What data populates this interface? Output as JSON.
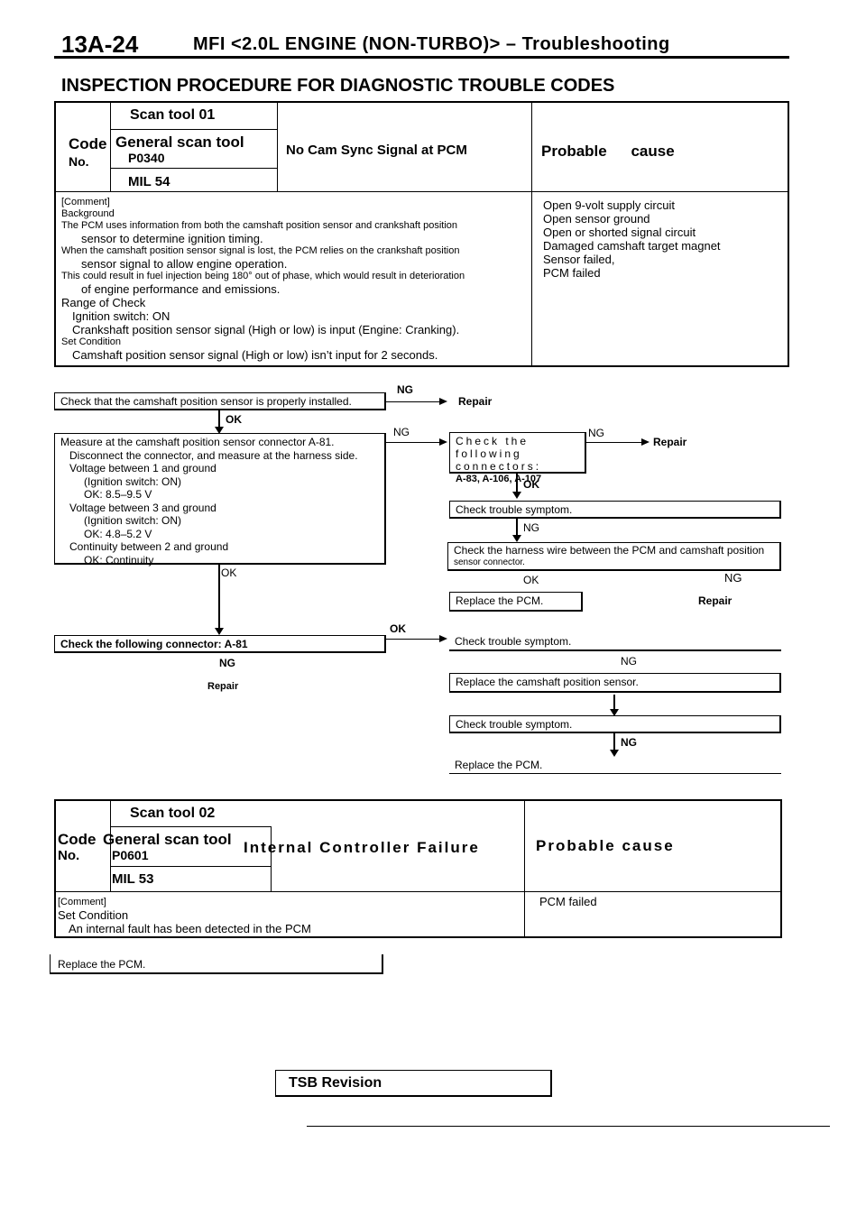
{
  "header": {
    "page_number": "13A-24",
    "title": "MFI <2.0L ENGINE (NON-TURBO)> – Troubleshooting"
  },
  "section_title": "INSPECTION PROCEDURE FOR DIAGNOSTIC TROUBLE CODES",
  "dtc1": {
    "scan_tool": "Scan tool 01",
    "code_label": "Code",
    "no_label": "No.",
    "general_scan_tool": "General scan tool",
    "code": "P0340",
    "mil": "MIL 54",
    "description": "No Cam Sync Signal at PCM",
    "probable_cause_label": "Probable cause",
    "comment_label": "[Comment]",
    "background_label": "Background",
    "background": [
      "The PCM uses information from both the camshaft position sensor and crankshaft position",
      "sensor to determine ignition timing.",
      "When the camshaft position sensor signal is lost, the PCM relies on the crankshaft position",
      "sensor signal to allow engine operation.",
      "This could result in fuel injection being 180° out of phase, which would result in deterioration",
      "of engine performance and emissions."
    ],
    "range_label": "Range of Check",
    "range": [
      "Ignition switch: ON",
      "Crankshaft position sensor signal (High or low) is input (Engine: Cranking)."
    ],
    "set_label": "Set Condition",
    "set": [
      "Camshaft position sensor signal (High or low) isn’t input for 2 seconds."
    ],
    "causes": [
      "Open 9-volt supply circuit",
      "Open sensor ground",
      "Open or shorted signal circuit",
      "Damaged camshaft target magnet",
      "Sensor failed,",
      "PCM failed"
    ]
  },
  "flow": {
    "step1": "Check that the camshaft position sensor is properly installed.",
    "step1_ng": "NG",
    "step1_repair": "Repair",
    "step1_ok": "OK",
    "measure_title": "Measure at the camshaft position sensor connector A-81.",
    "measure_lines": [
      "Disconnect the connector, and measure at the harness side.",
      "Voltage between 1 and ground",
      "(Ignition switch: ON)",
      "OK: 8.5–9.5 V",
      "Voltage between 3 and ground",
      "(Ignition switch: ON)",
      "OK: 4.8–5.2 V",
      "Continuity between 2 and ground",
      "OK: Continuity"
    ],
    "measure_ng": "NG",
    "measure_ok": "OK",
    "check_connectors": "Check the following connectors:",
    "check_connectors_ids": "A-83, A-106, A-107",
    "check_connectors_ng": "NG",
    "check_connectors_repair": "Repair",
    "check_connectors_ok": "OK",
    "check_symptom1": "Check trouble symptom.",
    "check_symptom1_ng": "NG",
    "check_harness": "Check the harness wire between the PCM and camshaft position",
    "check_harness2": "sensor connector.",
    "check_harness_ok": "OK",
    "check_harness_ng": "NG",
    "replace_pcm1": "Replace the PCM.",
    "harness_repair": "Repair",
    "check_connector_a81": "Check the following connector: A-81",
    "a81_ok": "OK",
    "a81_ng": "NG",
    "a81_repair": "Repair",
    "check_symptom2": "Check trouble symptom.",
    "check_symptom2_ng": "NG",
    "replace_sensor": "Replace the camshaft position sensor.",
    "check_symptom3": "Check trouble symptom.",
    "check_symptom3_ng": "NG",
    "replace_pcm2": "Replace the PCM."
  },
  "dtc2": {
    "scan_tool": "Scan tool 02",
    "code_label": "Code",
    "no_label": "No.",
    "general_scan_tool": "General scan tool",
    "code": "P0601",
    "mil": "MIL 53",
    "description": "Internal Controller Failure",
    "probable_cause_label": "Probable cause",
    "comment_label": "[Comment]",
    "set_label": "Set Condition",
    "set": [
      "An internal fault has been detected in the PCM"
    ],
    "causes": [
      "PCM failed"
    ]
  },
  "replace_final": "Replace the PCM.",
  "footer": {
    "tsb": "TSB Revision"
  }
}
